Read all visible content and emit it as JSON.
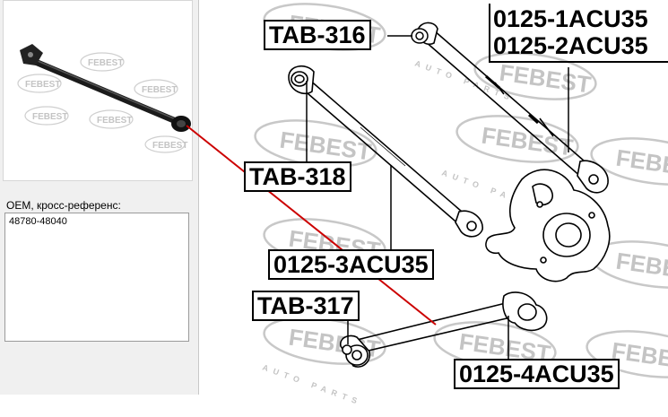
{
  "left_panel": {
    "photo": {
      "watermark": "FEBEST"
    },
    "oem_label": "OEM, кросс-референс:",
    "oem_numbers": "48780-48040"
  },
  "diagram": {
    "watermark_brand": "FEBEST",
    "watermark_sub": "AUTO PARTS",
    "callouts": {
      "tab316": "TAB-316",
      "tab318": "TAB-318",
      "tab317": "TAB-317",
      "p0125_1": "0125-1ACU35",
      "p0125_2": "0125-2ACU35",
      "p0125_3": "0125-3ACU35",
      "p0125_4": "0125-4ACU35"
    }
  },
  "colors": {
    "leader_line": "#000000",
    "highlight_line": "#cc0000",
    "watermark": "#c8c8c8"
  }
}
